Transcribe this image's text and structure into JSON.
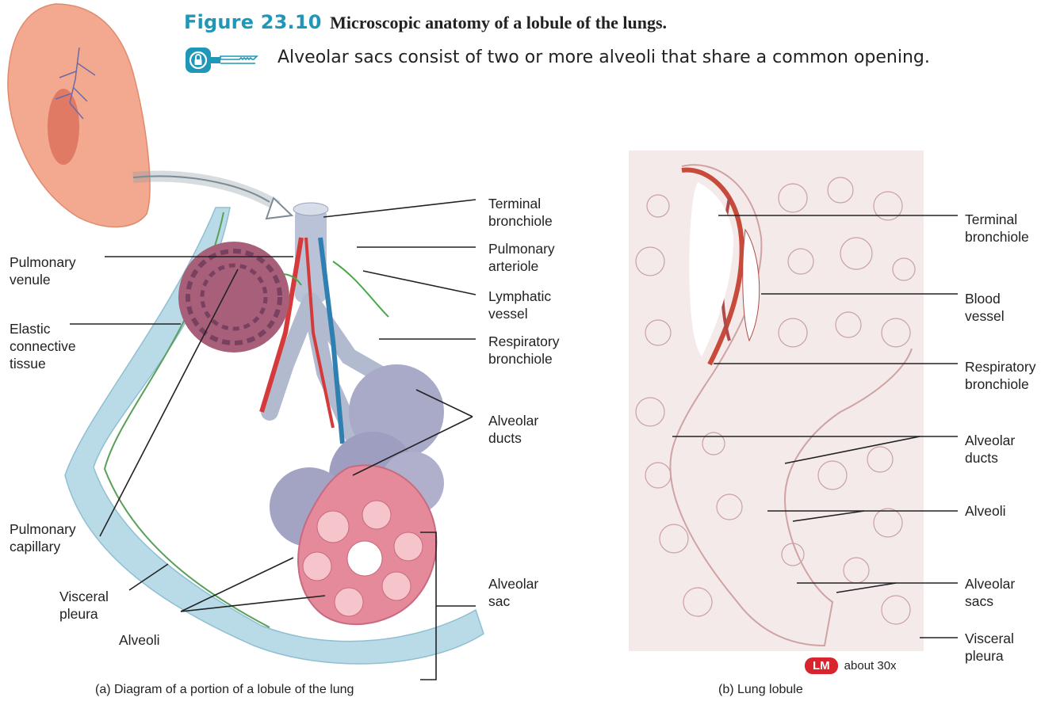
{
  "figure": {
    "number": "Figure 23.10",
    "title": "Microscopic anatomy of a lobule of the lungs.",
    "key_text": "Alveolar sacs consist of two or more alveoli that share a common opening."
  },
  "diagram_a": {
    "caption": "(a) Diagram of a portion of a lobule of the lung",
    "labels": {
      "terminal_bronchiole": "Terminal\nbronchiole",
      "pulmonary_arteriole": "Pulmonary\narteriole",
      "lymphatic_vessel": "Lymphatic\nvessel",
      "respiratory_bronchiole": "Respiratory\nbronchiole",
      "alveolar_ducts": "Alveolar\nducts",
      "alveolar_sac": "Alveolar\nsac",
      "pulmonary_venule": "Pulmonary\nvenule",
      "elastic_tissue": "Elastic\nconnective\ntissue",
      "pulmonary_capillary": "Pulmonary\ncapillary",
      "visceral_pleura": "Visceral\npleura",
      "alveoli": "Alveoli"
    }
  },
  "micrograph_b": {
    "caption": "(b) Lung lobule",
    "labels": {
      "terminal_bronchiole": "Terminal\nbronchiole",
      "blood_vessel": "Blood\nvessel",
      "respiratory_bronchiole": "Respiratory\nbronchiole",
      "alveolar_ducts": "Alveolar\nducts",
      "alveoli": "Alveoli",
      "alveolar_sacs": "Alveolar\nsacs",
      "visceral_pleura": "Visceral\npleura"
    },
    "magnification_badge": "LM",
    "magnification_text": "about 30x"
  },
  "colors": {
    "accent": "#1f97b8",
    "lung": "#f3a98f",
    "pleura": "#b9dbe8",
    "alveolus": "#e58a9a",
    "artery": "#d43a3a",
    "vein": "#2f7fb0",
    "lymph": "#4aa84a",
    "badge": "#d8242c"
  }
}
